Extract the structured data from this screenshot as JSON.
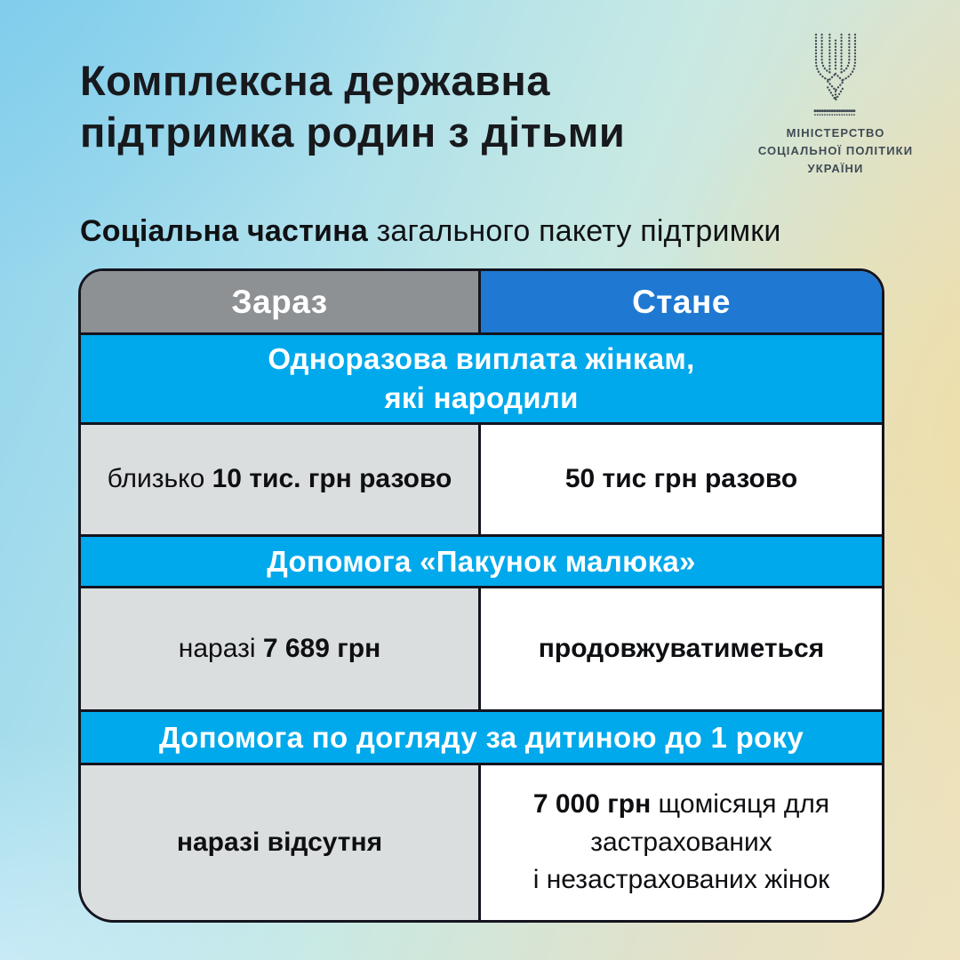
{
  "header": {
    "title_line1": "Комплексна державна",
    "title_line2": "підтримка родин з дітьми"
  },
  "logo": {
    "icon": "trident-icon",
    "caption_line1": "МІНІСТЕРСТВО",
    "caption_line2": "СОЦІАЛЬНОЇ ПОЛІТИКИ",
    "caption_line3": "УКРАЇНИ"
  },
  "subtitle": {
    "bold": "Соціальна частина",
    "rest": " загального пакету підтримки"
  },
  "table": {
    "col_now": "Зараз",
    "col_future": "Стане",
    "sections": [
      {
        "title_line1": "Одноразова виплата жінкам,",
        "title_line2": "які народили",
        "now_prefix": "близько ",
        "now_bold": "10 тис. грн разово",
        "future_bold": "50 тис грн разово"
      },
      {
        "title_line1": "Допомога «Пакунок малюка»",
        "now_prefix": "наразі ",
        "now_bold": "7 689 грн",
        "future_bold": "продовжуватиметься"
      },
      {
        "title_line1": "Допомога по догляду за дитиною до 1 року",
        "now_bold": "наразі відсутня",
        "future_bold": "7 000 грн",
        "future_rest": "щомісяця для",
        "future_line2": "застрахованих",
        "future_line3": "і незастрахованих жінок"
      }
    ]
  },
  "colors": {
    "column_now_gray": "#8d9194",
    "column_future_blue": "#1f79d2",
    "section_cyan": "#00a9eb",
    "cell_gray": "#dbdedf",
    "border_dark": "#14141f",
    "background_blue": "#8ed2ec",
    "background_sand": "#efe3bf"
  }
}
